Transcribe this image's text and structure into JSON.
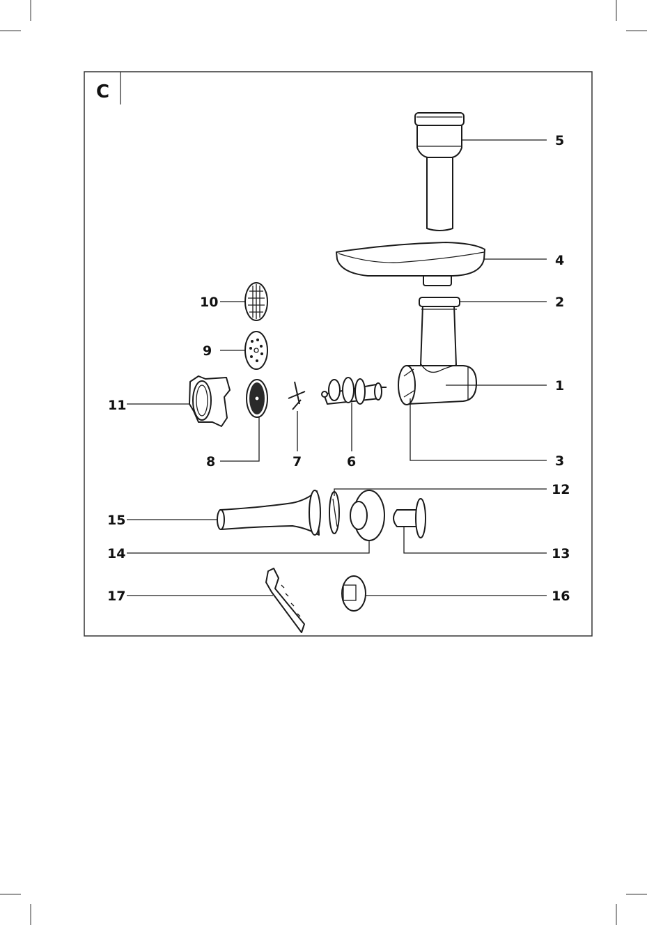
{
  "section_letter": "C",
  "parts": {
    "p1": "1",
    "p2": "2",
    "p3": "3",
    "p4": "4",
    "p5": "5",
    "p6": "6",
    "p7": "7",
    "p8": "8",
    "p9": "9",
    "p10": "10",
    "p11": "11",
    "p12": "12",
    "p13": "13",
    "p14": "14",
    "p15": "15",
    "p16": "16",
    "p17": "17"
  }
}
